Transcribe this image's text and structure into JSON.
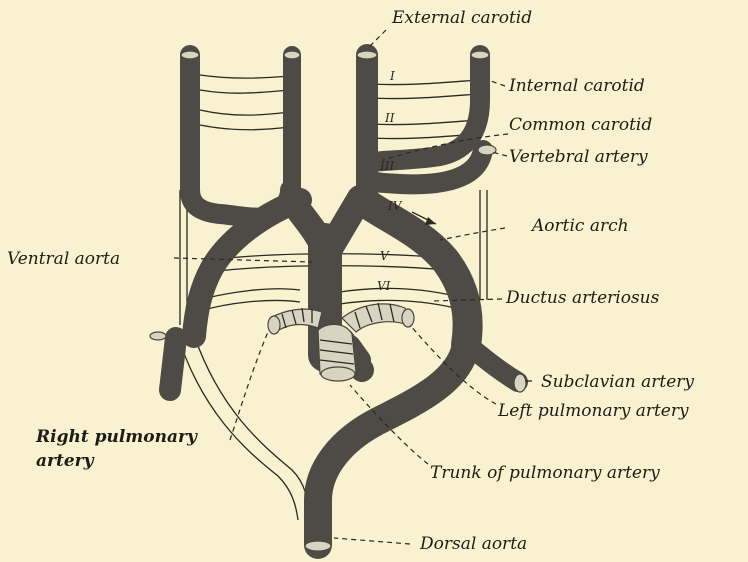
{
  "colors": {
    "background": "#f8f2d0",
    "vessel": "#4e4b46",
    "ink": "#1e1c16"
  },
  "arch_numerals": {
    "i": "I",
    "ii": "II",
    "iii": "III",
    "iv": "IV",
    "v": "V",
    "vi": "VI"
  },
  "labels": {
    "external_carotid": "External carotid",
    "internal_carotid": "Internal carotid",
    "common_carotid": "Common carotid",
    "vertebral_artery": "Vertebral artery",
    "aortic_arch": "Aortic arch",
    "ventral_aorta": "Ventral aorta",
    "ductus_arteriosus": "Ductus arteriosus",
    "subclavian_artery": "Subclavian artery",
    "left_pulmonary_artery": "Left pulmonary artery",
    "right_pulmonary_artery_1": "Right pulmonary",
    "right_pulmonary_artery_2": "artery",
    "trunk_pulmonary_artery": "Trunk of pulmonary artery",
    "dorsal_aorta": "Dorsal aorta"
  }
}
